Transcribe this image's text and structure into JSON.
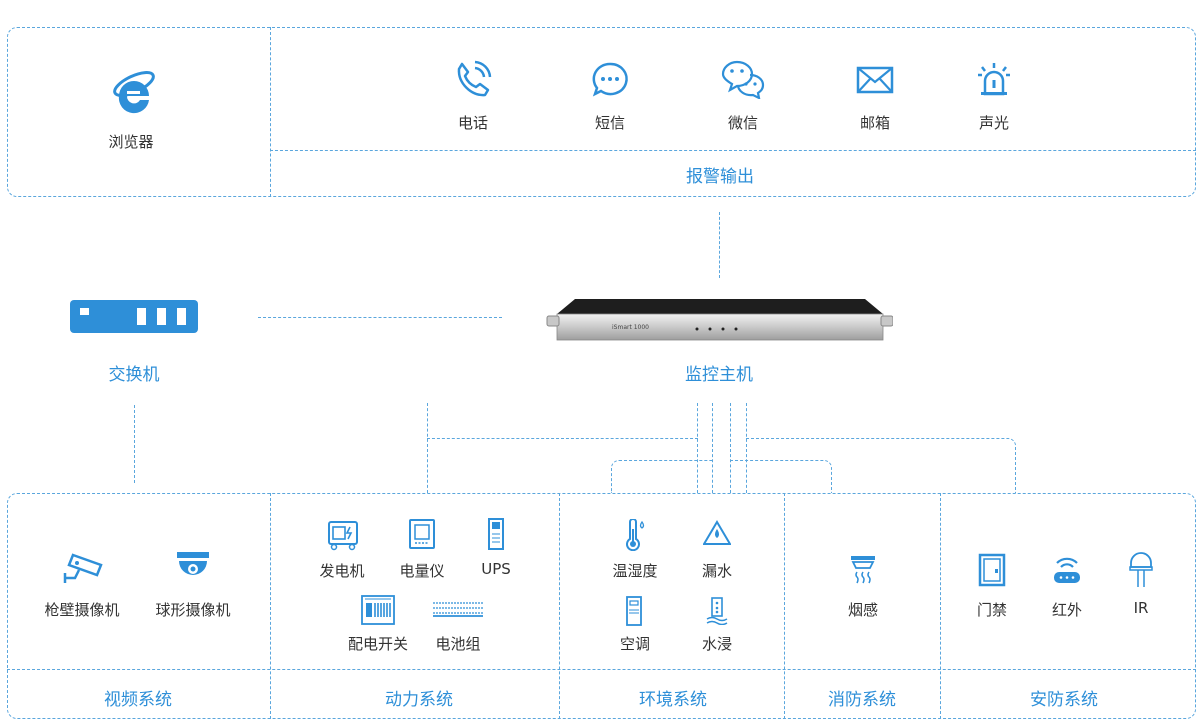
{
  "colors": {
    "accent": "#2e8fd8",
    "border": "#5aa6dd",
    "text": "#333333"
  },
  "top": {
    "browser": {
      "label": "浏览器",
      "icon": "ie-browser-icon"
    },
    "alarm_output": {
      "title": "报警输出",
      "items": [
        {
          "label": "电话",
          "icon": "phone-icon"
        },
        {
          "label": "短信",
          "icon": "sms-icon"
        },
        {
          "label": "微信",
          "icon": "wechat-icon"
        },
        {
          "label": "邮箱",
          "icon": "mail-icon"
        },
        {
          "label": "声光",
          "icon": "alarm-light-icon"
        }
      ]
    }
  },
  "middle": {
    "switch": {
      "label": "交换机",
      "icon": "switch-icon"
    },
    "host": {
      "label": "监控主机",
      "device_text": "iSmart 1000",
      "icon": "rack-server-icon"
    }
  },
  "bottom": {
    "video": {
      "title": "视频系统",
      "items": [
        {
          "label": "枪壁摄像机",
          "icon": "bullet-camera-icon"
        },
        {
          "label": "球形摄像机",
          "icon": "dome-camera-icon"
        }
      ]
    },
    "power": {
      "title": "动力系统",
      "items": [
        {
          "label": "发电机",
          "icon": "generator-icon"
        },
        {
          "label": "电量仪",
          "icon": "power-meter-icon"
        },
        {
          "label": "UPS",
          "icon": "ups-icon"
        },
        {
          "label": "配电开关",
          "icon": "distribution-switch-icon"
        },
        {
          "label": "电池组",
          "icon": "battery-pack-icon"
        }
      ]
    },
    "environment": {
      "title": "环境系统",
      "items": [
        {
          "label": "温湿度",
          "icon": "thermometer-icon"
        },
        {
          "label": "漏水",
          "icon": "water-leak-icon"
        },
        {
          "label": "空调",
          "icon": "air-conditioner-icon"
        },
        {
          "label": "水浸",
          "icon": "water-immersion-icon"
        }
      ]
    },
    "fire": {
      "title": "消防系统",
      "items": [
        {
          "label": "烟感",
          "icon": "smoke-detector-icon"
        }
      ]
    },
    "security": {
      "title": "安防系统",
      "items": [
        {
          "label": "门禁",
          "icon": "door-access-icon"
        },
        {
          "label": "红外",
          "icon": "infrared-icon"
        },
        {
          "label": "IR",
          "icon": "ir-sensor-icon"
        }
      ]
    }
  }
}
